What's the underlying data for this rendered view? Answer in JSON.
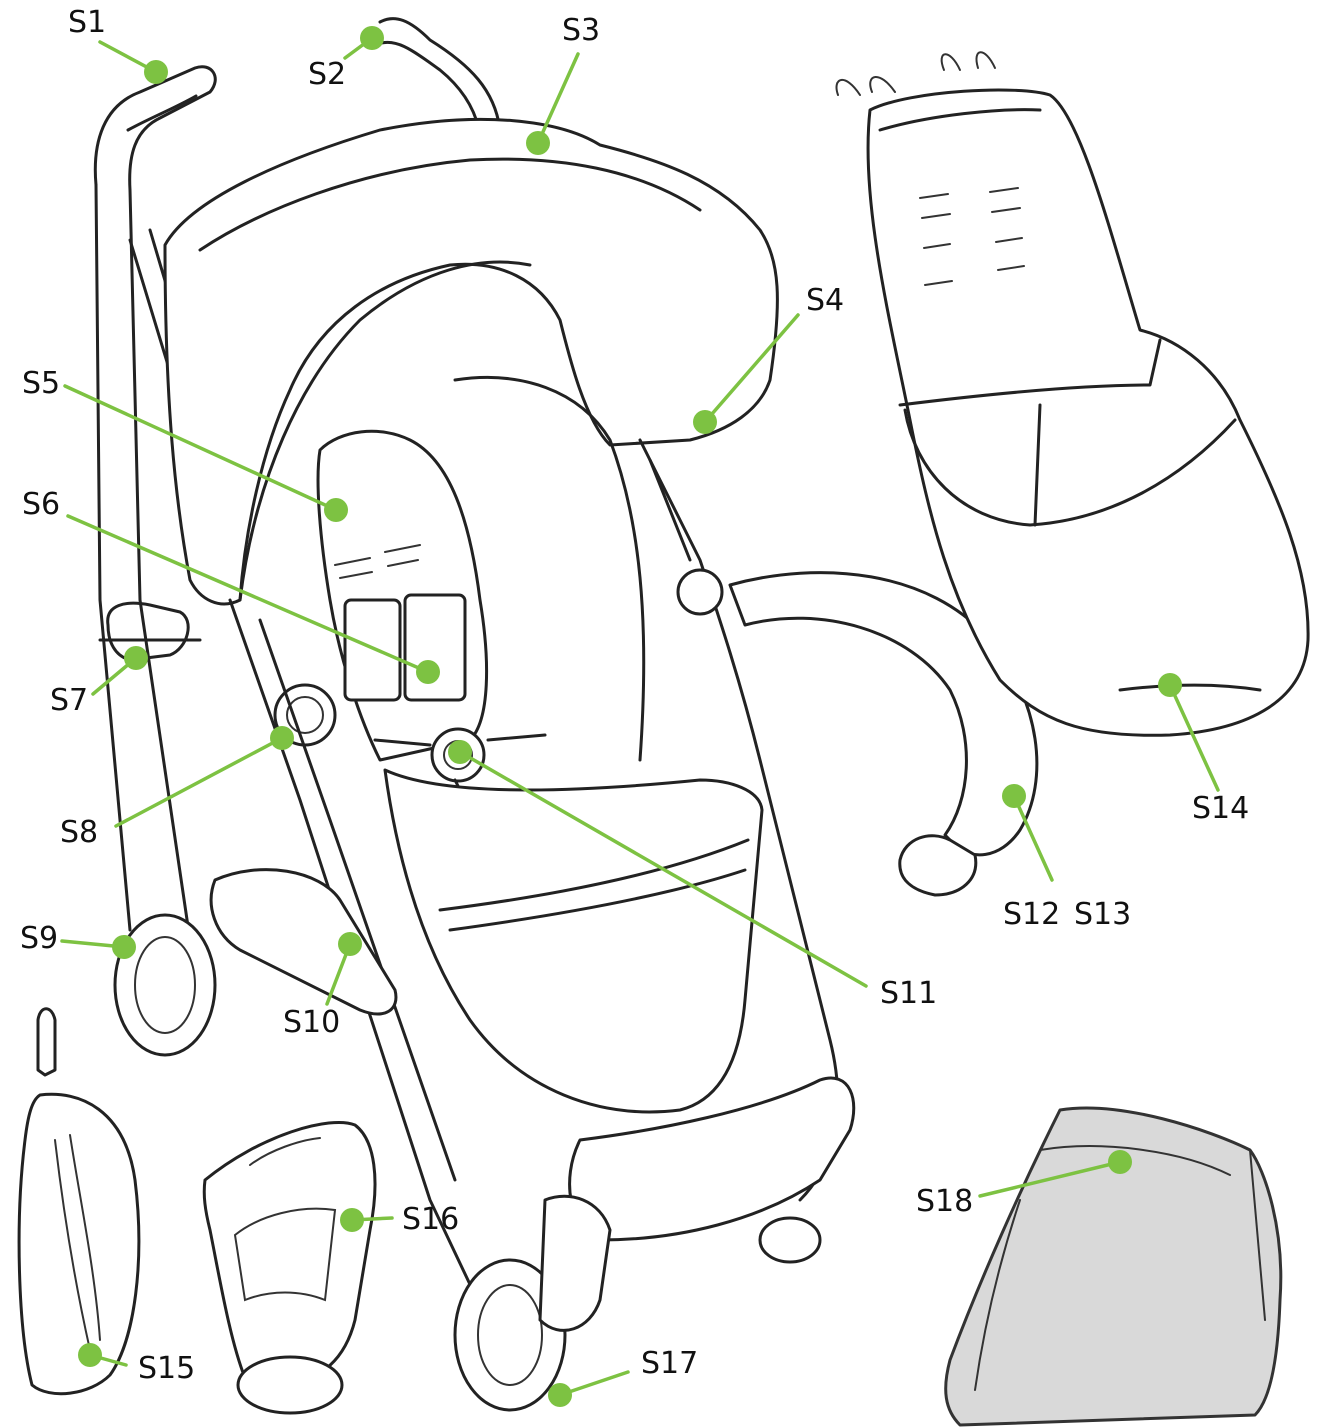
{
  "colors": {
    "accent": "#7dc242",
    "outline": "#222222",
    "rain_cover": "#d9d9d9"
  },
  "labels": [
    {
      "id": "S1",
      "text": "S1"
    },
    {
      "id": "S2",
      "text": "S2"
    },
    {
      "id": "S3",
      "text": "S3"
    },
    {
      "id": "S4",
      "text": "S4"
    },
    {
      "id": "S5",
      "text": "S5"
    },
    {
      "id": "S6",
      "text": "S6"
    },
    {
      "id": "S7",
      "text": "S7"
    },
    {
      "id": "S8",
      "text": "S8"
    },
    {
      "id": "S9",
      "text": "S9"
    },
    {
      "id": "S10",
      "text": "S10"
    },
    {
      "id": "S11",
      "text": "S11"
    },
    {
      "id": "S12",
      "text": "S12"
    },
    {
      "id": "S13",
      "text": "S13"
    },
    {
      "id": "S14",
      "text": "S14"
    },
    {
      "id": "S15",
      "text": "S15"
    },
    {
      "id": "S16",
      "text": "S16"
    },
    {
      "id": "S17",
      "text": "S17"
    },
    {
      "id": "S18",
      "text": "S18"
    }
  ]
}
